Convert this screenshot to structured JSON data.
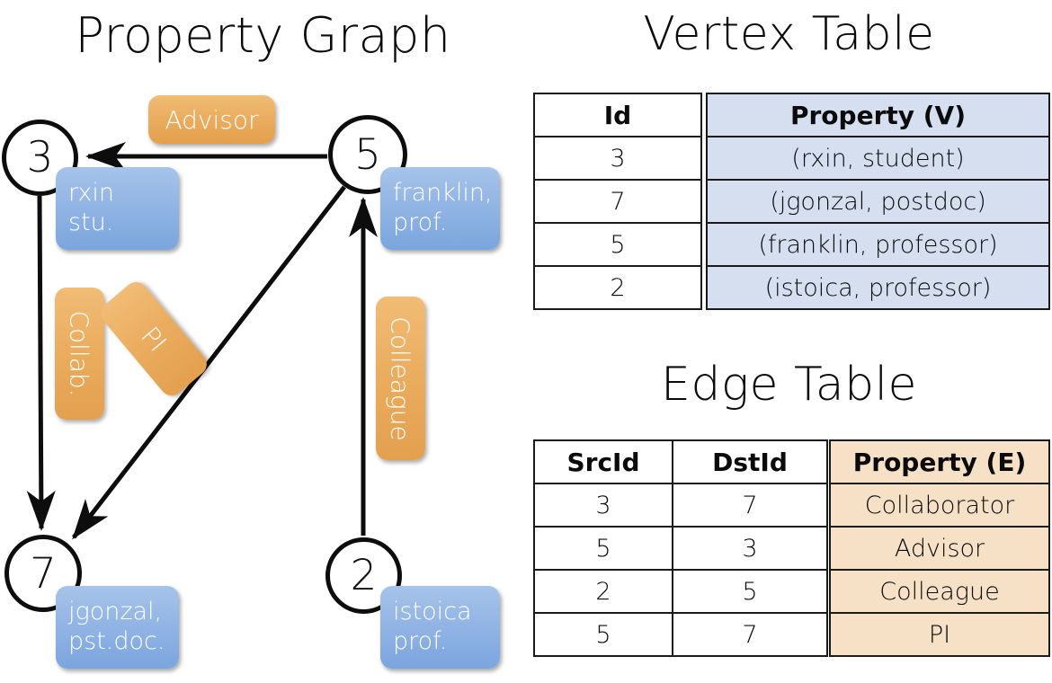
{
  "titles": {
    "property_graph": "Property Graph",
    "vertex_table": "Vertex Table",
    "edge_table": "Edge Table"
  },
  "colors": {
    "vertex_cell_blue": "#d5dff0",
    "edge_cell_orange": "#f6e0c6",
    "chip_blue": "#93b5e4",
    "chip_orange": "#eaac5e",
    "stroke": "#0d0d0d"
  },
  "graph": {
    "nodes": [
      {
        "id": "3",
        "label": "3",
        "property": "rxin\nstu."
      },
      {
        "id": "5",
        "label": "5",
        "property": "franklin,\nprof."
      },
      {
        "id": "7",
        "label": "7",
        "property": "jgonzal,\npst.doc."
      },
      {
        "id": "2",
        "label": "2",
        "property": "istoica\nprof."
      }
    ],
    "edge_labels": [
      {
        "name": "advisor",
        "text": "Advisor"
      },
      {
        "name": "collab",
        "text": "Collab."
      },
      {
        "name": "pi",
        "text": "PI"
      },
      {
        "name": "colleague",
        "text": "Colleague"
      }
    ]
  },
  "vertex_table": {
    "columns": [
      "Id",
      "Property (V)"
    ],
    "rows": [
      {
        "id": "3",
        "property": "(rxin, student)"
      },
      {
        "id": "7",
        "property": "(jgonzal, postdoc)"
      },
      {
        "id": "5",
        "property": "(franklin, professor)"
      },
      {
        "id": "2",
        "property": "(istoica, professor)"
      }
    ]
  },
  "edge_table": {
    "columns": [
      "SrcId",
      "DstId",
      "Property (E)"
    ],
    "rows": [
      {
        "src": "3",
        "dst": "7",
        "property": "Collaborator"
      },
      {
        "src": "5",
        "dst": "3",
        "property": "Advisor"
      },
      {
        "src": "2",
        "dst": "5",
        "property": "Colleague"
      },
      {
        "src": "5",
        "dst": "7",
        "property": "PI"
      }
    ]
  }
}
